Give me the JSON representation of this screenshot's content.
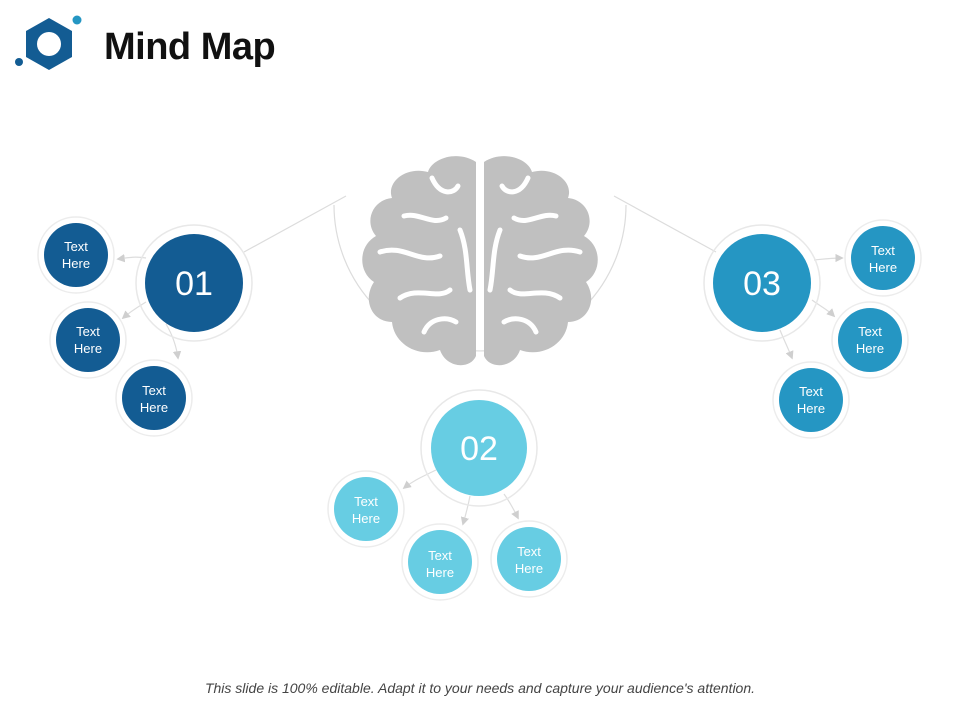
{
  "title": "Mind Map",
  "footer": "This slide is 100% editable.  Adapt it to your needs and capture your audience's attention.",
  "colors": {
    "dark_blue": "#135c93",
    "mid_blue": "#2596c3",
    "light_blue": "#67cde3",
    "brain_gray": "#c0c0c0",
    "line_gray": "#d6d6d6"
  },
  "logo": {
    "icon": "hexagon-logo-icon"
  },
  "brain": {
    "icon": "brain-icon"
  },
  "hubs": [
    {
      "label": "01",
      "color": "#135c93",
      "items": [
        {
          "line1": "Text",
          "line2": "Here"
        },
        {
          "line1": "Text",
          "line2": "Here"
        },
        {
          "line1": "Text",
          "line2": "Here"
        }
      ]
    },
    {
      "label": "02",
      "color": "#67cde3",
      "items": [
        {
          "line1": "Text",
          "line2": "Here"
        },
        {
          "line1": "Text",
          "line2": "Here"
        },
        {
          "line1": "Text",
          "line2": "Here"
        }
      ]
    },
    {
      "label": "03",
      "color": "#2596c3",
      "items": [
        {
          "line1": "Text",
          "line2": "Here"
        },
        {
          "line1": "Text",
          "line2": "Here"
        },
        {
          "line1": "Text",
          "line2": "Here"
        }
      ]
    }
  ]
}
